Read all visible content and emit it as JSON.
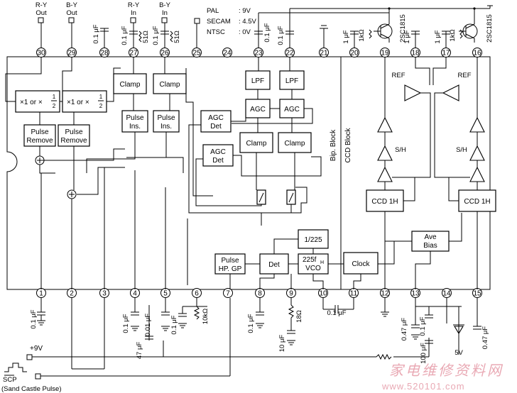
{
  "top_signals": [
    {
      "name": "R-Y",
      "sub": "Out",
      "pin": "30"
    },
    {
      "name": "B-Y",
      "sub": "Out",
      "pin": "29"
    },
    {
      "name": "R-Y",
      "sub": "In",
      "pin": "27"
    },
    {
      "name": "B-Y",
      "sub": "In",
      "pin": "26"
    }
  ],
  "mode_select": {
    "pal": "PAL",
    "pal_v": ": 9V",
    "secam": "SECAM",
    "secam_v": ": 4.5V",
    "ntsc": "NTSC",
    "ntsc_v": ": 0V"
  },
  "top_pins": [
    "30",
    "29",
    "28",
    "27",
    "26",
    "25",
    "24",
    "23",
    "22",
    "21",
    "20",
    "19",
    "18",
    "17",
    "16"
  ],
  "bottom_pins": [
    "1",
    "2",
    "3",
    "4",
    "5",
    "6",
    "7",
    "8",
    "9",
    "10",
    "11",
    "12",
    "13",
    "14",
    "15"
  ],
  "blocks": {
    "mult1_a": "×1 or ×",
    "mult_num": "1",
    "mult_den": "2",
    "mult2_a": "×1 or ×",
    "clamp": "Clamp",
    "pulse": "Pulse",
    "ins": "Ins.",
    "pulse_remove_a": "Pulse",
    "pulse_remove_b": "Remove",
    "lpf": "LPF",
    "agc": "AGC",
    "agc_det_a": "AGC",
    "agc_det_b": "Det",
    "bip_block": "Bip. Block",
    "ccd_block": "CCD  Block",
    "ref": "REF",
    "sh": "S/H",
    "ccd1h": "CCD 1H",
    "ave": "Ave",
    "bias": "Bias",
    "div225": "1/225",
    "det": "Det",
    "vco_a": "225f",
    "vco_sub": "H",
    "vco_b": "VCO",
    "clock": "Clock",
    "pulse_hp_a": "Pulse",
    "pulse_hp_b": "HP. GP"
  },
  "components": {
    "c_01uf": "0.1 μF",
    "c_1uf": "1 μF",
    "c_47uf": "47 μF",
    "c_001uf": "0.01 μF",
    "c_10uf": "10 μF",
    "c_047uf": "0.47 μF",
    "c_100uf": "100 μF",
    "r_51": "51Ω",
    "r_1k": "1kΩ",
    "r_10k": "10kΩ",
    "r_18": "18Ω",
    "transistor": "2SC1815",
    "zener": "5V"
  },
  "supply": "+9V",
  "scp": "SCP",
  "scp_desc": "(Sand Castle Pulse)",
  "watermark": {
    "cn": "家电维修资料网",
    "url": "www.520101.com"
  }
}
